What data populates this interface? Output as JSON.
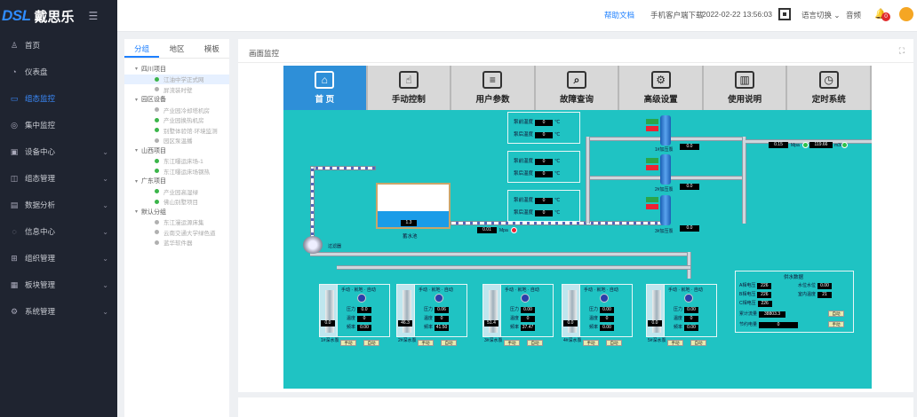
{
  "brand": {
    "logo_text": "DSL",
    "name": "戴思乐"
  },
  "sidebar": {
    "items": [
      {
        "label": "首页",
        "icon": "user-icon",
        "active": false,
        "expandable": false
      },
      {
        "label": "仪表盘",
        "icon": "gauge-icon",
        "active": false,
        "expandable": false
      },
      {
        "label": "组态监控",
        "icon": "monitor-icon",
        "active": true,
        "expandable": false
      },
      {
        "label": "集中监控",
        "icon": "location-icon",
        "active": false,
        "expandable": false
      },
      {
        "label": "设备中心",
        "icon": "device-icon",
        "active": false,
        "expandable": true
      },
      {
        "label": "组态管理",
        "icon": "layers-icon",
        "active": false,
        "expandable": true
      },
      {
        "label": "数据分析",
        "icon": "chart-icon",
        "active": false,
        "expandable": true
      },
      {
        "label": "信息中心",
        "icon": "message-icon",
        "active": false,
        "expandable": true
      },
      {
        "label": "组织管理",
        "icon": "org-icon",
        "active": false,
        "expandable": true
      },
      {
        "label": "板块管理",
        "icon": "board-icon",
        "active": false,
        "expandable": true
      },
      {
        "label": "系统管理",
        "icon": "settings-icon",
        "active": false,
        "expandable": true
      }
    ]
  },
  "header": {
    "help": "帮助文档",
    "mobile": "手机客户端下载",
    "datetime": "2022-02-22 13:56:03",
    "language": "语言切换",
    "sound": "音频",
    "notifications": "0"
  },
  "tree": {
    "tabs": [
      "分组",
      "地区",
      "模板"
    ],
    "groups": [
      {
        "label": "四川项目",
        "items": [
          {
            "label": "江油中学正式网",
            "status": "green",
            "selected": true
          },
          {
            "label": "屏流装时壁",
            "status": "grey",
            "selected": false
          }
        ]
      },
      {
        "label": "园区设备",
        "items": [
          {
            "label": "产业园冷却塔机房",
            "status": "grey",
            "selected": false
          },
          {
            "label": "产业园换热机房",
            "status": "green",
            "selected": false
          },
          {
            "label": "别墅体验馆·环境监测",
            "status": "green",
            "selected": false
          },
          {
            "label": "园区泵温播",
            "status": "grey",
            "selected": false
          }
        ]
      },
      {
        "label": "山西项目",
        "items": [
          {
            "label": "东江曝运床场-1",
            "status": "green",
            "selected": false
          },
          {
            "label": "东江曝运床场钢热",
            "status": "green",
            "selected": false
          }
        ]
      },
      {
        "label": "广东项目",
        "items": [
          {
            "label": "产业园高湿绿",
            "status": "green",
            "selected": false
          },
          {
            "label": "佛山别墅项目",
            "status": "green",
            "selected": false
          }
        ]
      },
      {
        "label": "默认分组",
        "items": [
          {
            "label": "东江漫运源床集",
            "status": "grey",
            "selected": false
          },
          {
            "label": "云南交通大学绿色道",
            "status": "grey",
            "selected": false
          },
          {
            "label": "蓝华软件器",
            "status": "grey",
            "selected": false
          }
        ]
      }
    ]
  },
  "main": {
    "title": "画面监控",
    "scada": {
      "nav": [
        {
          "label": "首 页",
          "icon": "home-icon",
          "active": true
        },
        {
          "label": "手动控制",
          "icon": "hand-control-icon",
          "active": false
        },
        {
          "label": "用户参数",
          "icon": "sliders-icon",
          "active": false
        },
        {
          "label": "故障查询",
          "icon": "fault-search-icon",
          "active": false
        },
        {
          "label": "高级设置",
          "icon": "gear-icon",
          "active": false
        },
        {
          "label": "使用说明",
          "icon": "manual-icon",
          "active": false
        },
        {
          "label": "定时系统",
          "icon": "timer-icon",
          "active": false
        }
      ],
      "sensors": [
        {
          "r1": "泵前温度",
          "v1": "0",
          "u1": "℃",
          "r2": "泵后温度",
          "v2": "0",
          "u2": "℃"
        },
        {
          "r1": "泵前温度",
          "v1": "0",
          "u1": "℃",
          "r2": "泵后温度",
          "v2": "0",
          "u2": "℃"
        },
        {
          "r1": "泵前温度",
          "v1": "0",
          "u1": "℃",
          "r2": "泵后温度",
          "v2": "0",
          "u2": "℃"
        }
      ],
      "tank": {
        "label": "蓄水池",
        "value": "1.3"
      },
      "pumps": [
        {
          "label": "1#加压泵",
          "value": "0.0"
        },
        {
          "label": "2#加压泵",
          "value": "0.0"
        },
        {
          "label": "3#加压泵",
          "value": "0.0"
        }
      ],
      "pipe_readings": {
        "mid": "0.01",
        "mid_unit": "Mpa",
        "out": "0.15",
        "out_unit": "Mpa",
        "flow": "119.66",
        "flow_unit": "m3/h"
      },
      "blower": {
        "label": "过滤器"
      },
      "wells": [
        {
          "label": "1#深水泵",
          "depth": "0.0"
        },
        {
          "label": "2#深水泵",
          "depth": "46.3"
        },
        {
          "label": "3#深水泵",
          "depth": "51.4"
        },
        {
          "label": "4#深水泵",
          "depth": "0.0"
        },
        {
          "label": "5#深水泵",
          "depth": "0.0"
        }
      ],
      "controls": [
        {
          "top": "手动 · 就地 · 自动",
          "pressure": "0.0",
          "temp": "0",
          "freq": "0.00"
        },
        {
          "top": "手动 · 就地 · 自动",
          "pressure": "0.06",
          "temp": "0",
          "freq": "41.50"
        },
        {
          "top": "手动 · 就地 · 自动",
          "pressure": "0.00",
          "temp": "0",
          "freq": "37.47"
        },
        {
          "top": "手动 · 就地 · 自动",
          "pressure": "0.00",
          "temp": "0",
          "freq": "0.00"
        },
        {
          "top": "手动 · 就地 · 自动",
          "pressure": "0.00",
          "temp": "0",
          "freq": "0.00"
        }
      ],
      "control_labels": {
        "pressure": "压力",
        "temp": "温度",
        "freq": "频率",
        "manual": "手动",
        "auto": "自动"
      },
      "stats": {
        "title": "供水数据",
        "rows_left": [
          {
            "label": "A相电压",
            "value": "226"
          },
          {
            "label": "B相电压",
            "value": "226"
          },
          {
            "label": "C相电压",
            "value": "226"
          },
          {
            "label": "累计流量",
            "value": "38803.3"
          },
          {
            "label": "节约电量",
            "value": "0"
          }
        ],
        "rows_right": [
          {
            "label": "水位水位",
            "value": "0.00"
          },
          {
            "label": "室内温度",
            "value": "21"
          }
        ],
        "auto": "自动",
        "manual": "手动"
      }
    }
  },
  "colors": {
    "sidebar_bg": "#1f2430",
    "accent": "#1e80ff",
    "scada_bg": "#1fc3c3",
    "nav_active": "#2e8fd8"
  }
}
